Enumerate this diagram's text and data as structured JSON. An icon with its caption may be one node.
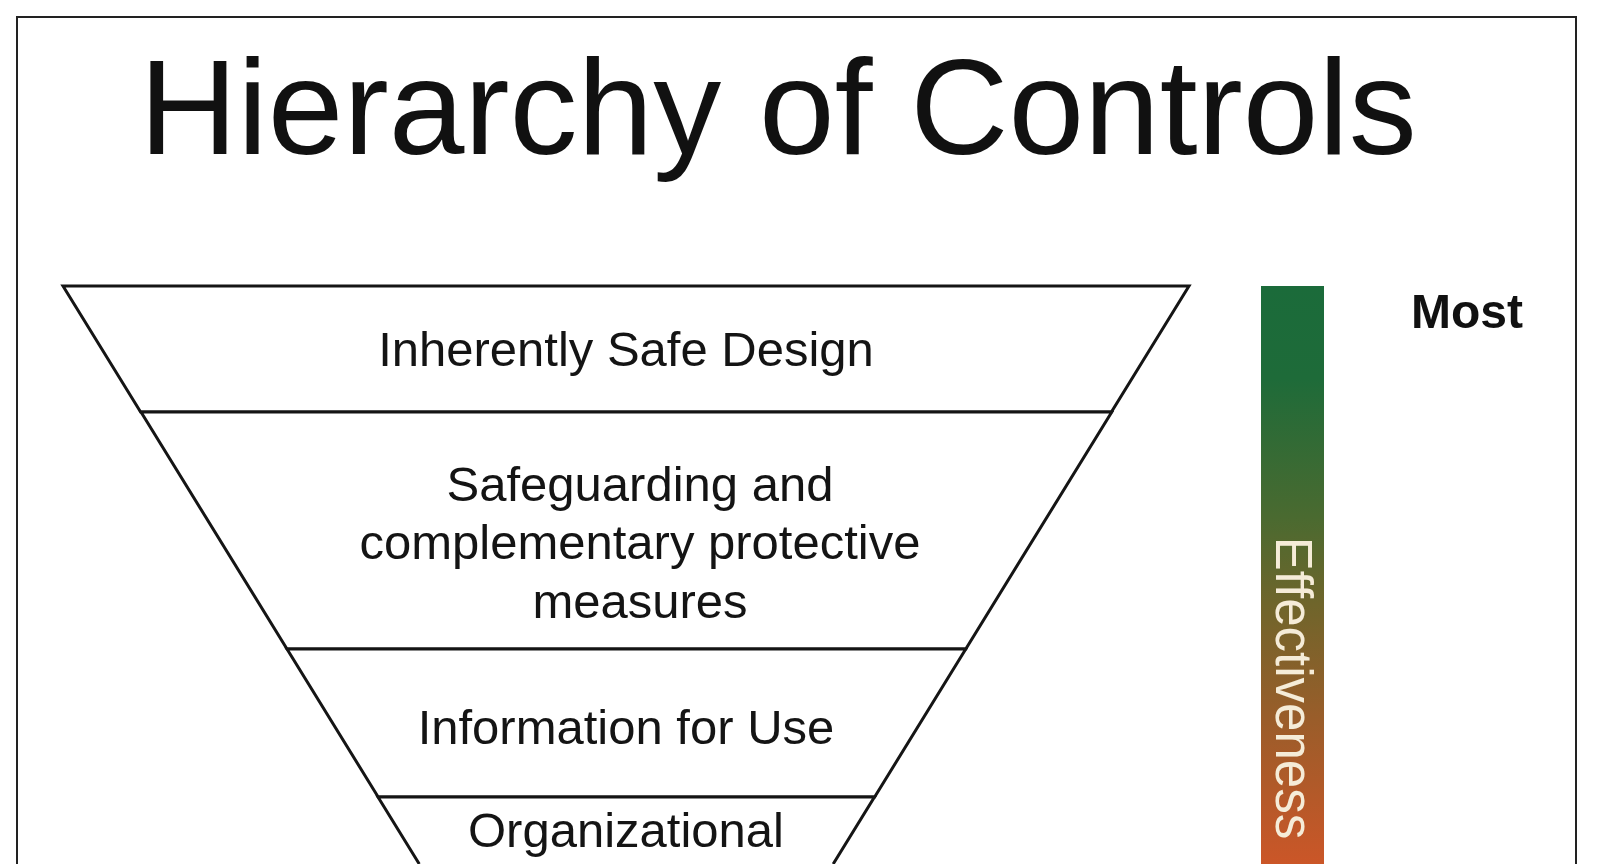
{
  "diagram": {
    "title": "Hierarchy of Controls",
    "nodes": [
      {
        "text": [
          "Inherently Safe Design"
        ]
      },
      {
        "text": [
          "Safeguarding and complementary protective measures"
        ]
      },
      {
        "text": [
          "Information for Use"
        ]
      },
      {
        "text": [
          "Organizational"
        ]
      },
      {
        "text": [
          "Effectiveness"
        ]
      }
    ],
    "labels": [
      "Most"
    ]
  }
}
